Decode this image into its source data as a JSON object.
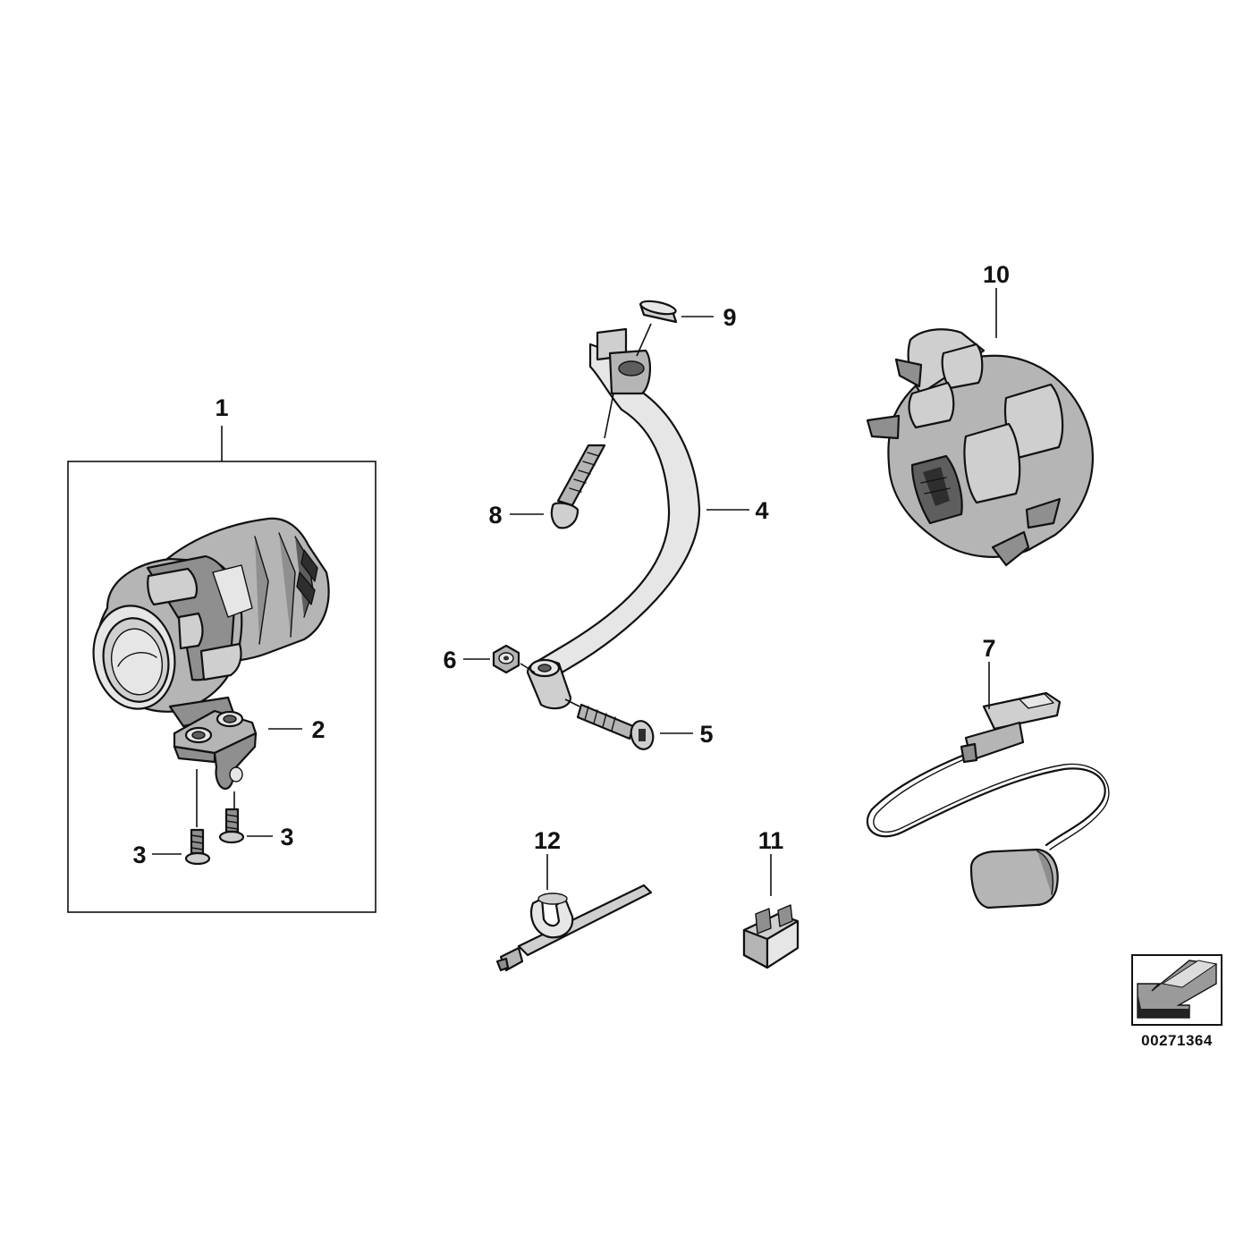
{
  "diagram": {
    "reference_number": "00271364",
    "callouts": {
      "p1": "1",
      "p2": "2",
      "p3a": "3",
      "p3b": "3",
      "p4": "4",
      "p5": "5",
      "p6": "6",
      "p7": "7",
      "p8": "8",
      "p9": "9",
      "p10": "10",
      "p11": "11",
      "p12": "12"
    },
    "colors": {
      "line": "#111111",
      "background": "#ffffff"
    }
  }
}
